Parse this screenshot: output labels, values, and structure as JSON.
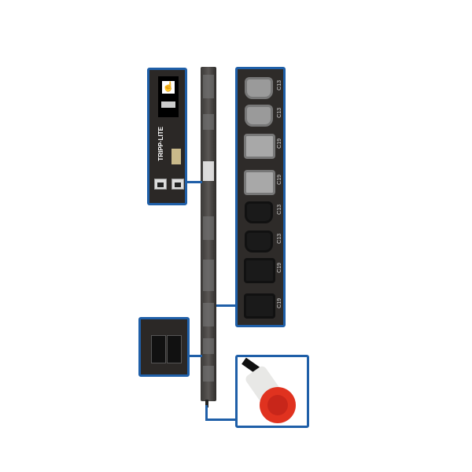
{
  "product": {
    "brand_logo": "TRIPP·LITE",
    "colors": {
      "callout_border": "#1f5fa8",
      "plug_red": "#e0321f",
      "plug_white": "#e8e8e6",
      "body": "#2b2826"
    }
  },
  "callouts": [
    {
      "name": "controller-module",
      "icons": [
        "touch-icon",
        "rj45-port-icon",
        "usb-port-icon"
      ]
    },
    {
      "name": "outlets",
      "outlets": [
        "C13",
        "C13",
        "C19",
        "C19",
        "C13",
        "C13",
        "C19",
        "C19"
      ]
    },
    {
      "name": "breakers"
    },
    {
      "name": "input-plug",
      "icons": [
        "iec-60309-plug-icon"
      ]
    }
  ]
}
